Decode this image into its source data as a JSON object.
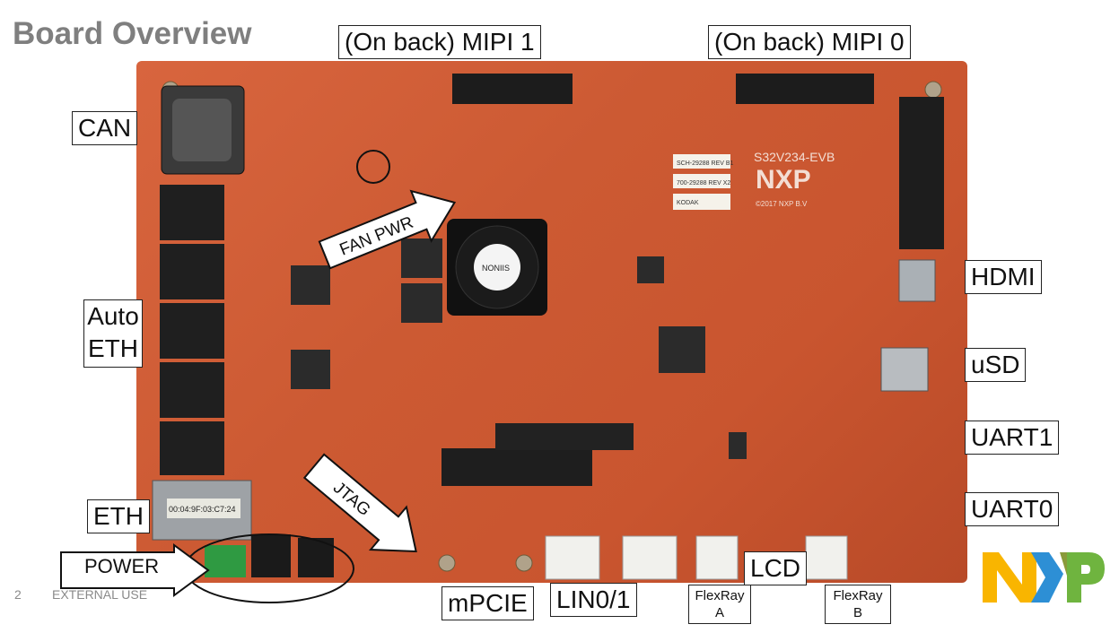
{
  "page": {
    "title": "Board Overview",
    "footer_number": "2",
    "footer_text": "EXTERNAL USE"
  },
  "board": {
    "silkscreen_model": "S32V234-EVB",
    "silkscreen_brand": "NXP",
    "silkscreen_copyright": "©2017 NXP B.V",
    "sticker_sch": "SCH-29288 REV B1",
    "sticker_700": "700-29288 REV X2",
    "sticker_kodak": "KODAK",
    "mac_label": "00:04:9F:03:C7:24",
    "fan_text": "NONIIS"
  },
  "labels": {
    "mipi1": "(On back) MIPI 1",
    "mipi0": "(On back) MIPI 0",
    "can": "CAN",
    "auto_eth_1": "Auto",
    "auto_eth_2": "ETH",
    "eth": "ETH",
    "power": "POWER",
    "hdmi": "HDMI",
    "usd": "uSD",
    "uart1": "UART1",
    "uart0": "UART0",
    "mpcie": "mPCIE",
    "lin": "LIN0/1",
    "lcd": "LCD",
    "flexray_a_1": "FlexRay",
    "flexray_a_2": "A",
    "flexray_b_1": "FlexRay",
    "flexray_b_2": "B",
    "fan_pwr": "FAN PWR",
    "jtag": "JTAG"
  },
  "colors": {
    "board": "#cc5a33",
    "title": "#7f7f7f",
    "nxp_n": "#f9b500",
    "nxp_x1": "#2d8fd5",
    "nxp_x2": "#6fb43f",
    "nxp_p": "#6fb43f"
  }
}
